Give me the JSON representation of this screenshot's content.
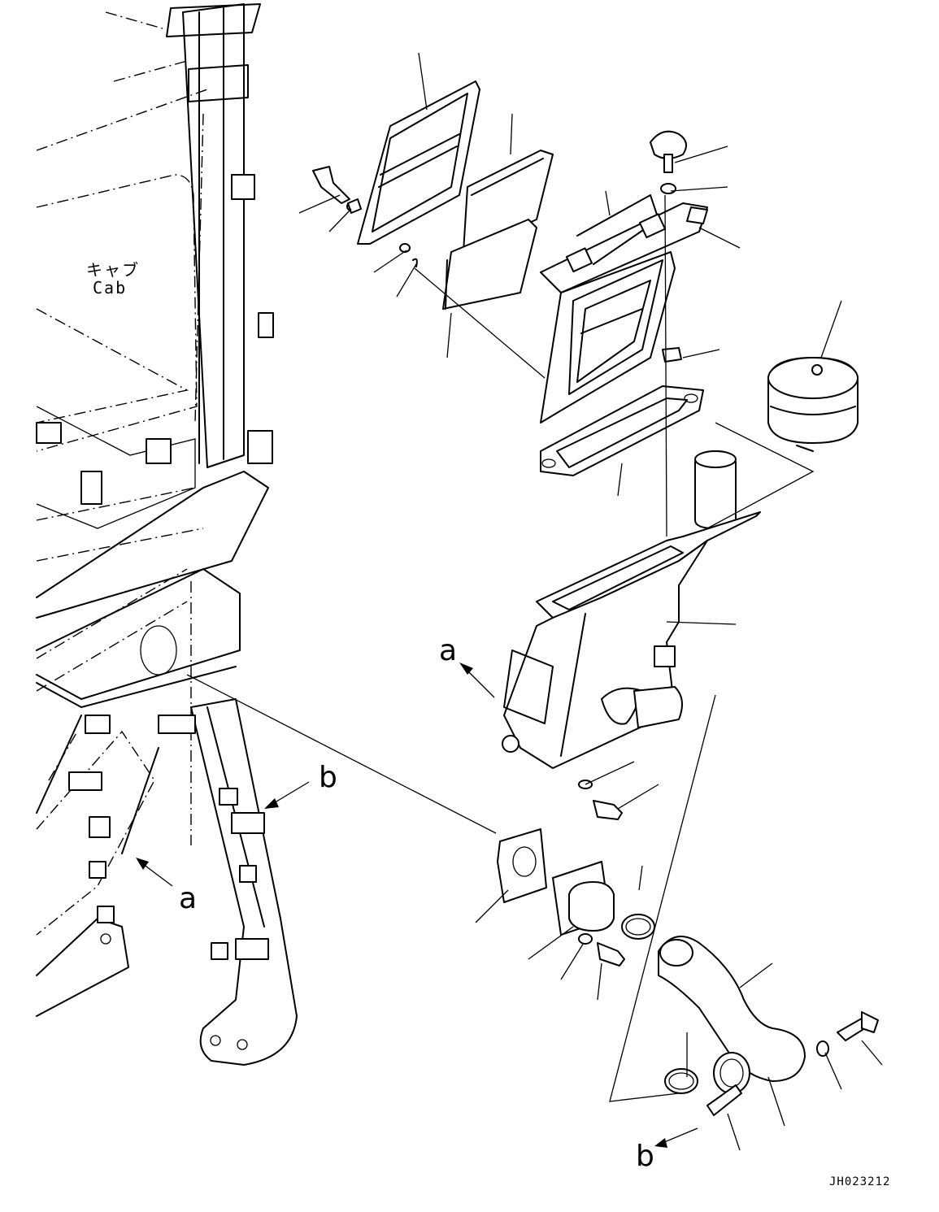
{
  "labels": {
    "cab_jp": "キャブ",
    "cab_en": "Cab",
    "view_a_upper": "a",
    "view_b_upper": "b",
    "view_a_lower": "a",
    "view_b_lower": "b",
    "drawing_code": "JH023212"
  }
}
